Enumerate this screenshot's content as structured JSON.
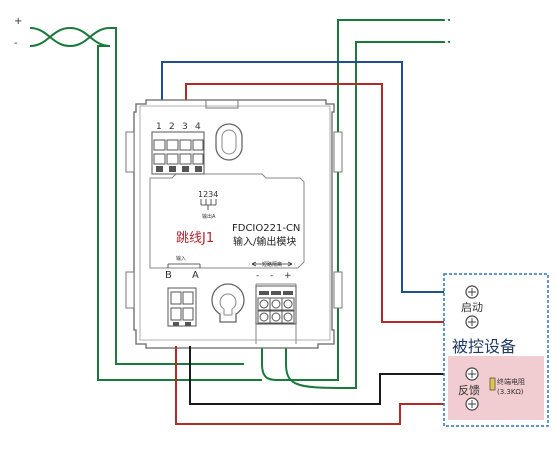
{
  "power": {
    "plus_label": "+",
    "minus_label": "-"
  },
  "module": {
    "terminals_top": [
      "1",
      "2",
      "3",
      "4"
    ],
    "center_terminal_nums": "1234",
    "center_output_label": "输出A",
    "model": "FDCIO221-CN",
    "name": "输入/输出模块",
    "jumper_label": "跳线J1",
    "input_small_label": "输入",
    "input_b_label": "B",
    "input_a_label": "A",
    "output_small_label": "短路隔离",
    "out_minus1": "-",
    "out_minus2": "-",
    "out_plus": "+"
  },
  "device": {
    "start_label": "启动",
    "title": "被控设备",
    "feedback_label": "反馈",
    "resistor_label": "终端电阻",
    "resistor_value": "(3.3KΩ)"
  },
  "colors": {
    "green": "#1a7a3c",
    "blue": "#1f4f8f",
    "red": "#b22a2a",
    "black": "#1a1a1a",
    "device_border": "#2f74c0",
    "feedback_bg": "#f1cdd2",
    "title_red": "#b3262e"
  }
}
